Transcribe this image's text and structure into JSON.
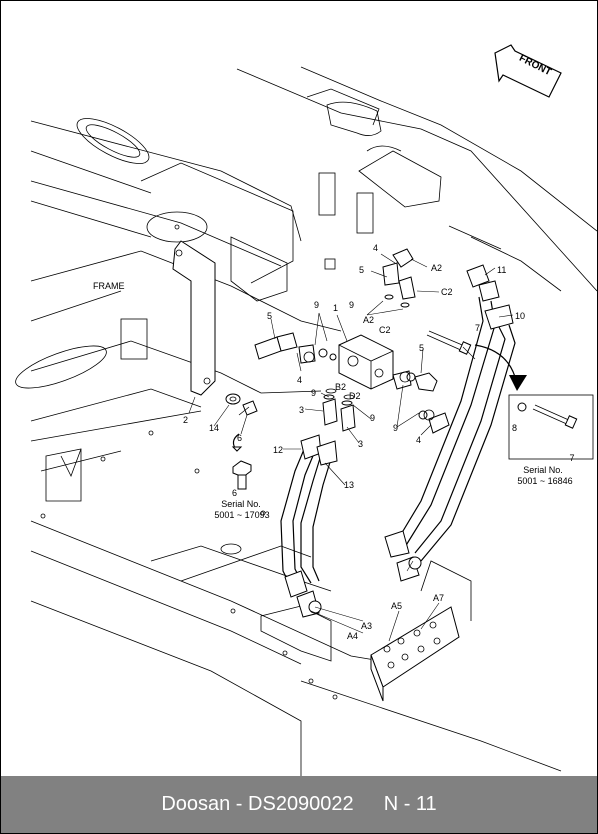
{
  "front_label": "FRONT",
  "frame_label": "FRAME",
  "callouts": {
    "c1": "1",
    "c2": "2",
    "c3a": "3",
    "c3b": "3",
    "c4a": "4",
    "c4b": "4",
    "c4c": "4",
    "c5a": "5",
    "c5b": "5",
    "c5c": "5",
    "c6a": "6",
    "c6b": "6",
    "c7a": "7",
    "c7b": "7",
    "c8": "8",
    "c9a": "9",
    "c9b": "9",
    "c9c": "9",
    "c9d": "9",
    "c9e": "9",
    "c10": "10",
    "c11": "11",
    "c12": "12",
    "c13": "13",
    "c14": "14",
    "a2a": "A2",
    "a2b": "A2",
    "c2a": "C2",
    "c2b": "C2",
    "b2": "B2",
    "d2": "D2",
    "a3": "A3",
    "a4": "A4",
    "a5": "A5",
    "a7": "A7"
  },
  "serial_left": {
    "title": "Serial No.",
    "range": "5001 ~ 17093"
  },
  "serial_right": {
    "title": "Serial No.",
    "range": "5001 ~ 16846"
  },
  "footer": {
    "brand": "Doosan",
    "separator": " - ",
    "model": "DS2090022",
    "page": "N - 11"
  }
}
